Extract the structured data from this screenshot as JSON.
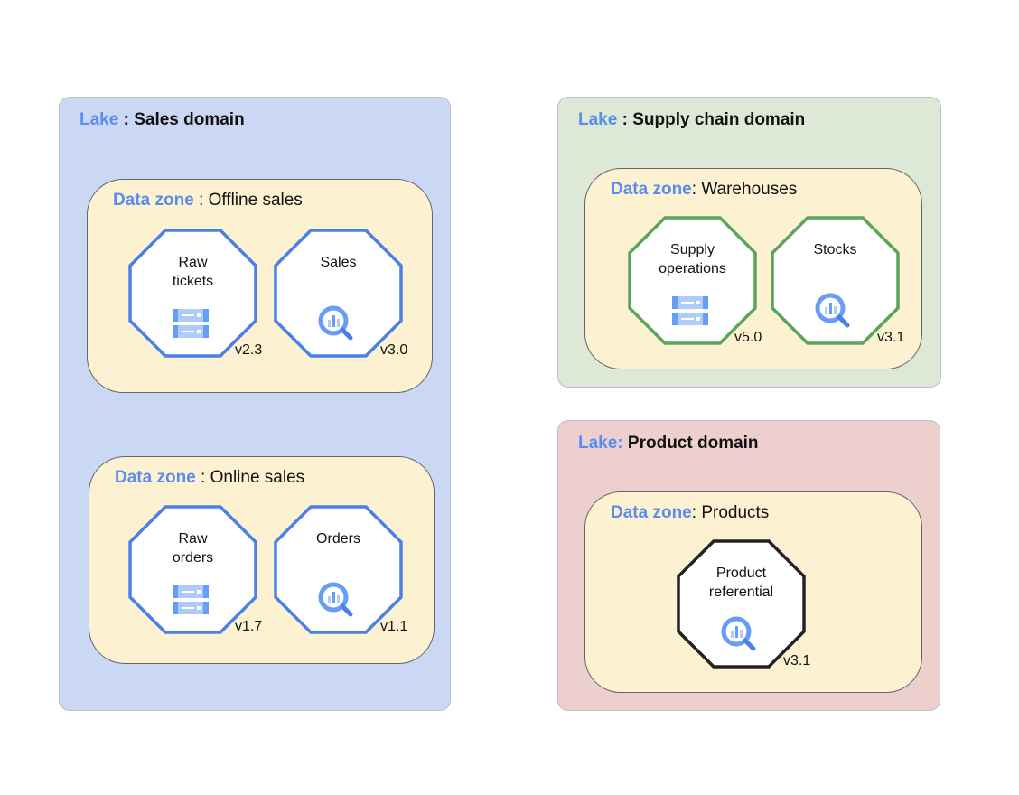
{
  "colors": {
    "sales_lake": "#cad8f4",
    "supply_lake": "#dde9d6",
    "product_lake": "#edcfce",
    "zone": "#fcf2d2",
    "keyword": "#5b8def",
    "blue_asset": "#4a80e8",
    "green_asset": "#5aa55a",
    "black_asset": "#222222"
  },
  "lakes": [
    {
      "keyword": "Lake",
      "sep": " : ",
      "name": "Sales domain",
      "color": "blue",
      "zones": [
        {
          "keyword": "Data zone",
          "sep": " : ",
          "name": "Offline sales",
          "assets": [
            {
              "name": "Raw\ntickets",
              "icon": "storage-icon",
              "version": "v2.3"
            },
            {
              "name": "Sales",
              "icon": "bigquery-icon",
              "version": "v3.0"
            }
          ]
        },
        {
          "keyword": "Data zone",
          "sep": " : ",
          "name": "Online sales",
          "assets": [
            {
              "name": "Raw\norders",
              "icon": "storage-icon",
              "version": "v1.7"
            },
            {
              "name": "Orders",
              "icon": "bigquery-icon",
              "version": "v1.1"
            }
          ]
        }
      ]
    },
    {
      "keyword": "Lake",
      "sep": " : ",
      "name": "Supply chain domain",
      "color": "green",
      "zones": [
        {
          "keyword": "Data zone",
          "sep": ": ",
          "name": "Warehouses",
          "assets": [
            {
              "name": "Supply\noperations",
              "icon": "storage-icon",
              "version": "v5.0"
            },
            {
              "name": "Stocks",
              "icon": "bigquery-icon",
              "version": "v3.1"
            }
          ]
        }
      ]
    },
    {
      "keyword": "Lake:",
      "sep": " ",
      "name": "Product domain",
      "color": "black",
      "zones": [
        {
          "keyword": "Data zone",
          "sep": ": ",
          "name": "Products",
          "assets": [
            {
              "name": "Product\nreferential",
              "icon": "bigquery-icon",
              "version": "v3.1"
            }
          ]
        }
      ]
    }
  ]
}
